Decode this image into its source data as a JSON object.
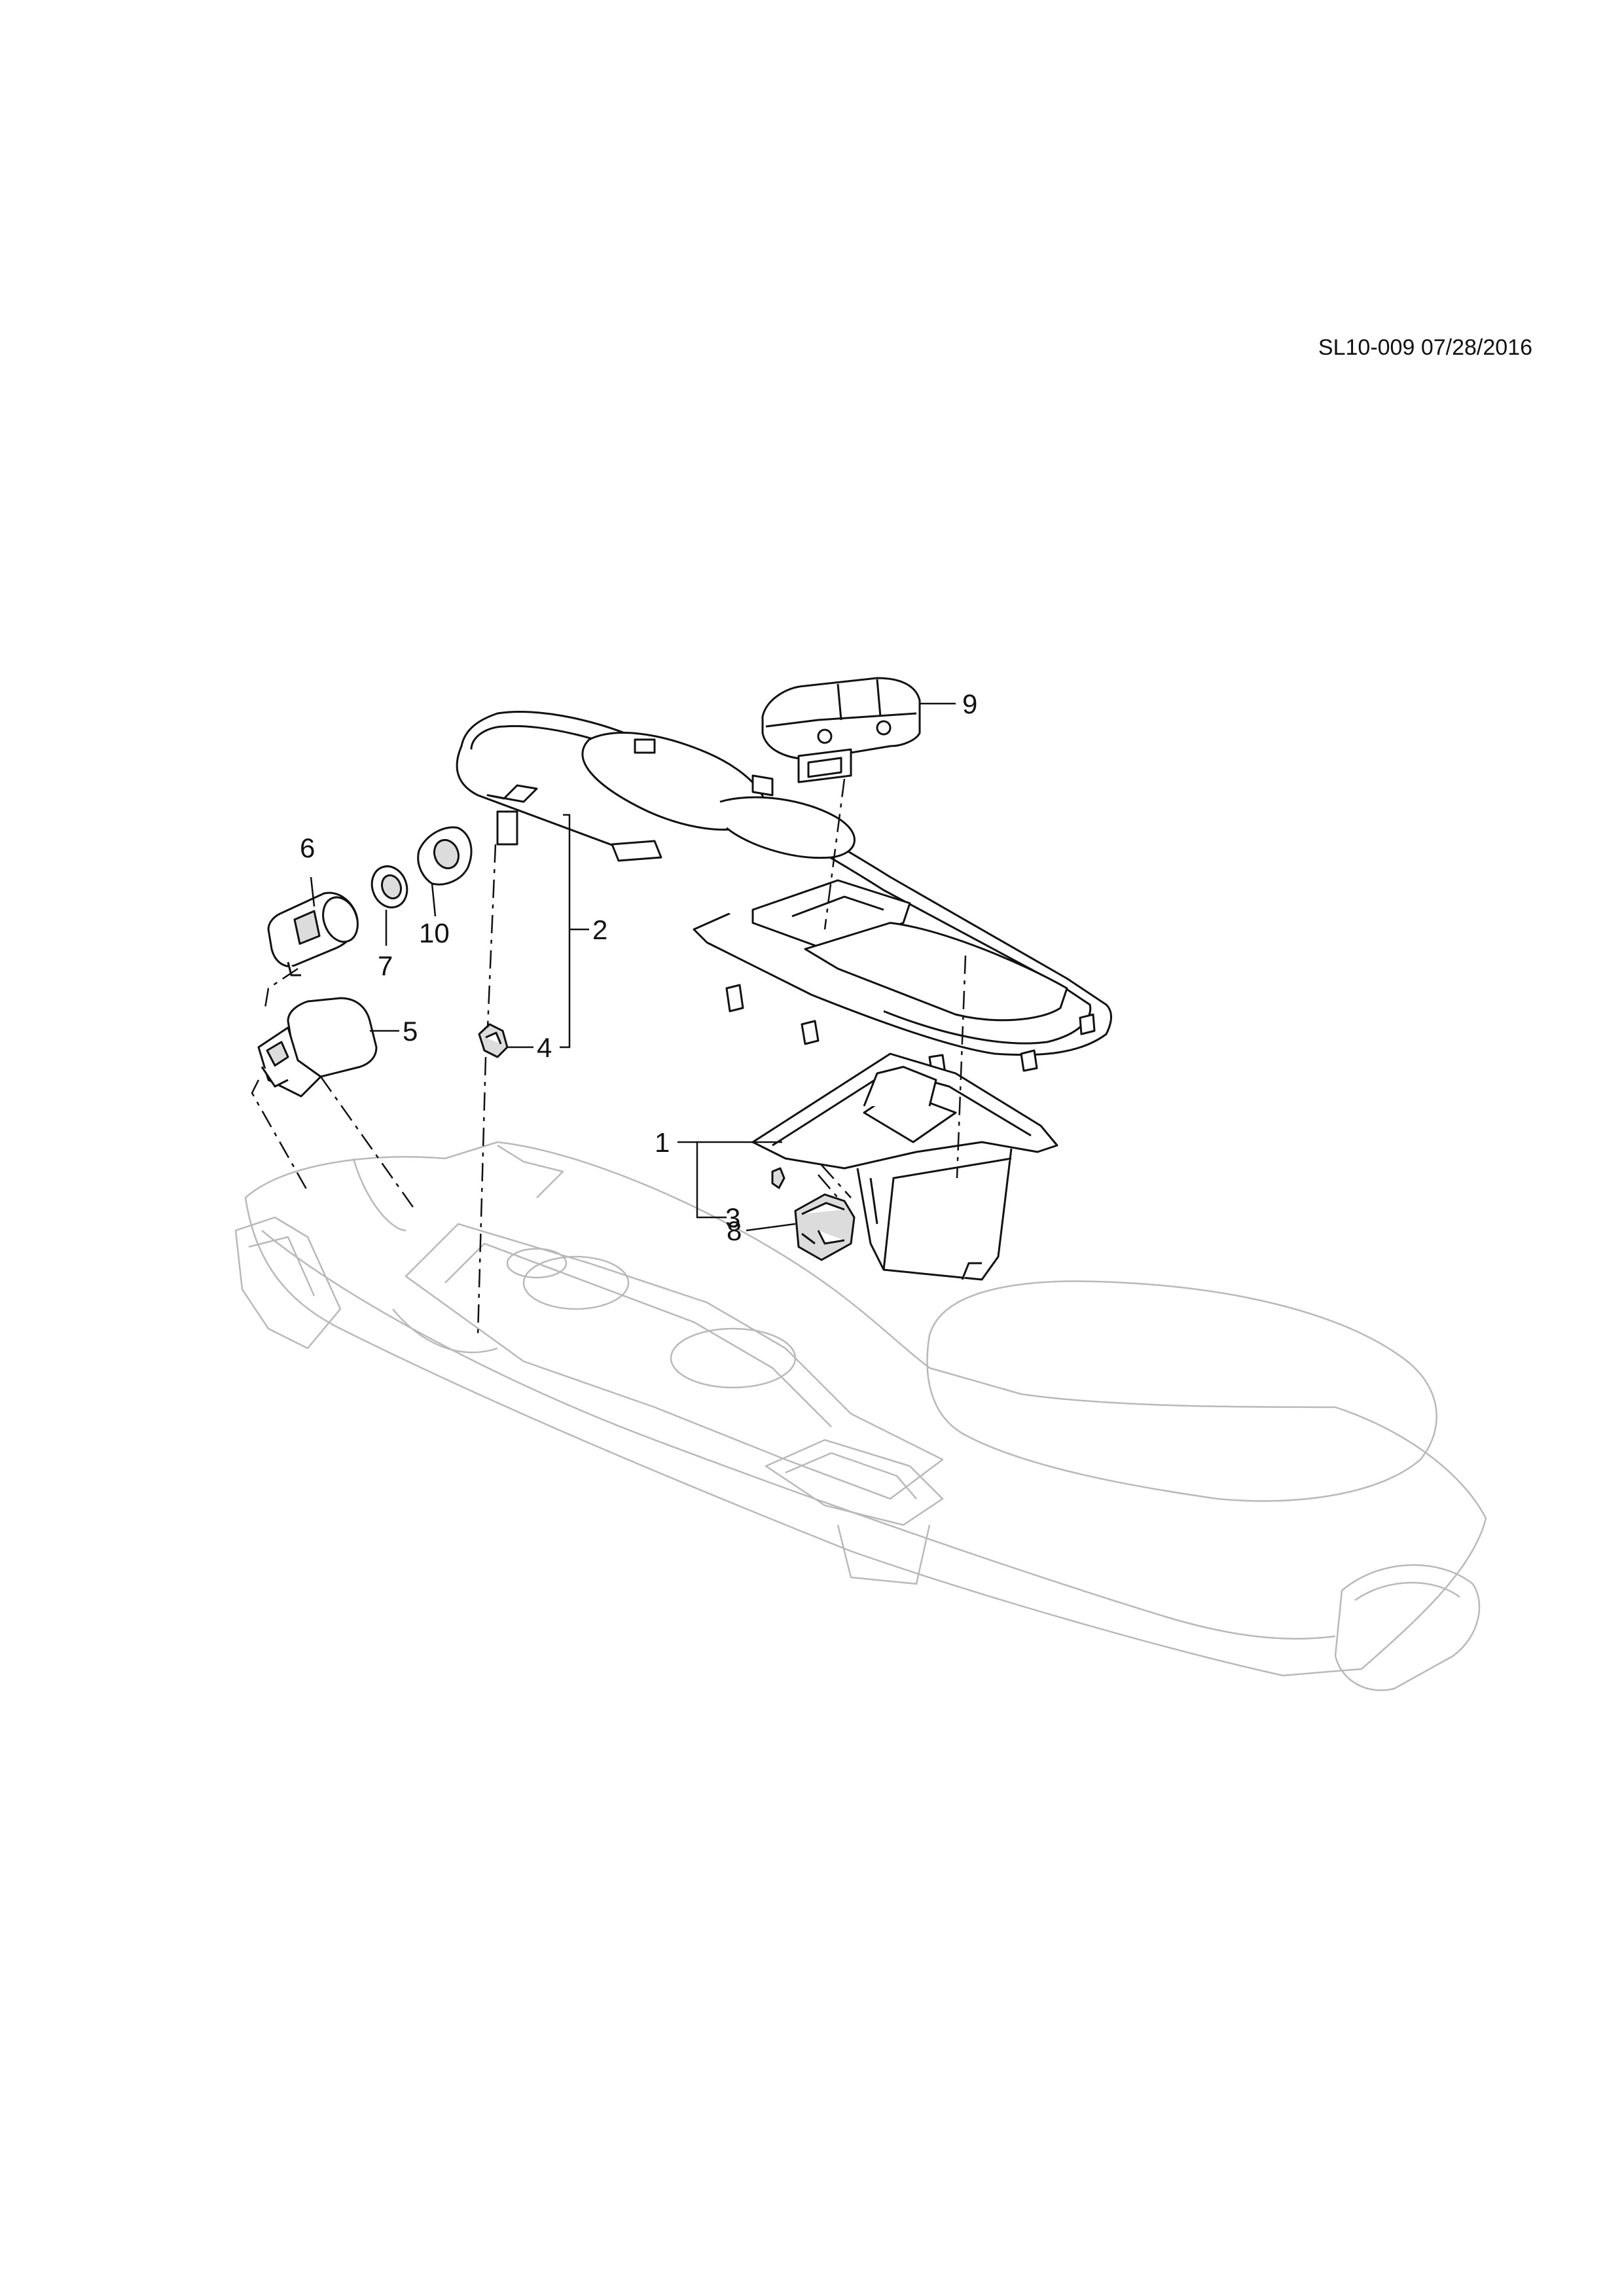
{
  "document_ref": "SL10-009 07/28/2016",
  "callouts": [
    {
      "id": "1",
      "label": "1"
    },
    {
      "id": "2",
      "label": "2"
    },
    {
      "id": "3",
      "label": "3"
    },
    {
      "id": "4",
      "label": "4"
    },
    {
      "id": "5",
      "label": "5"
    },
    {
      "id": "6",
      "label": "6"
    },
    {
      "id": "7",
      "label": "7"
    },
    {
      "id": "8",
      "label": "8"
    },
    {
      "id": "9",
      "label": "9"
    },
    {
      "id": "10",
      "label": "10"
    }
  ]
}
